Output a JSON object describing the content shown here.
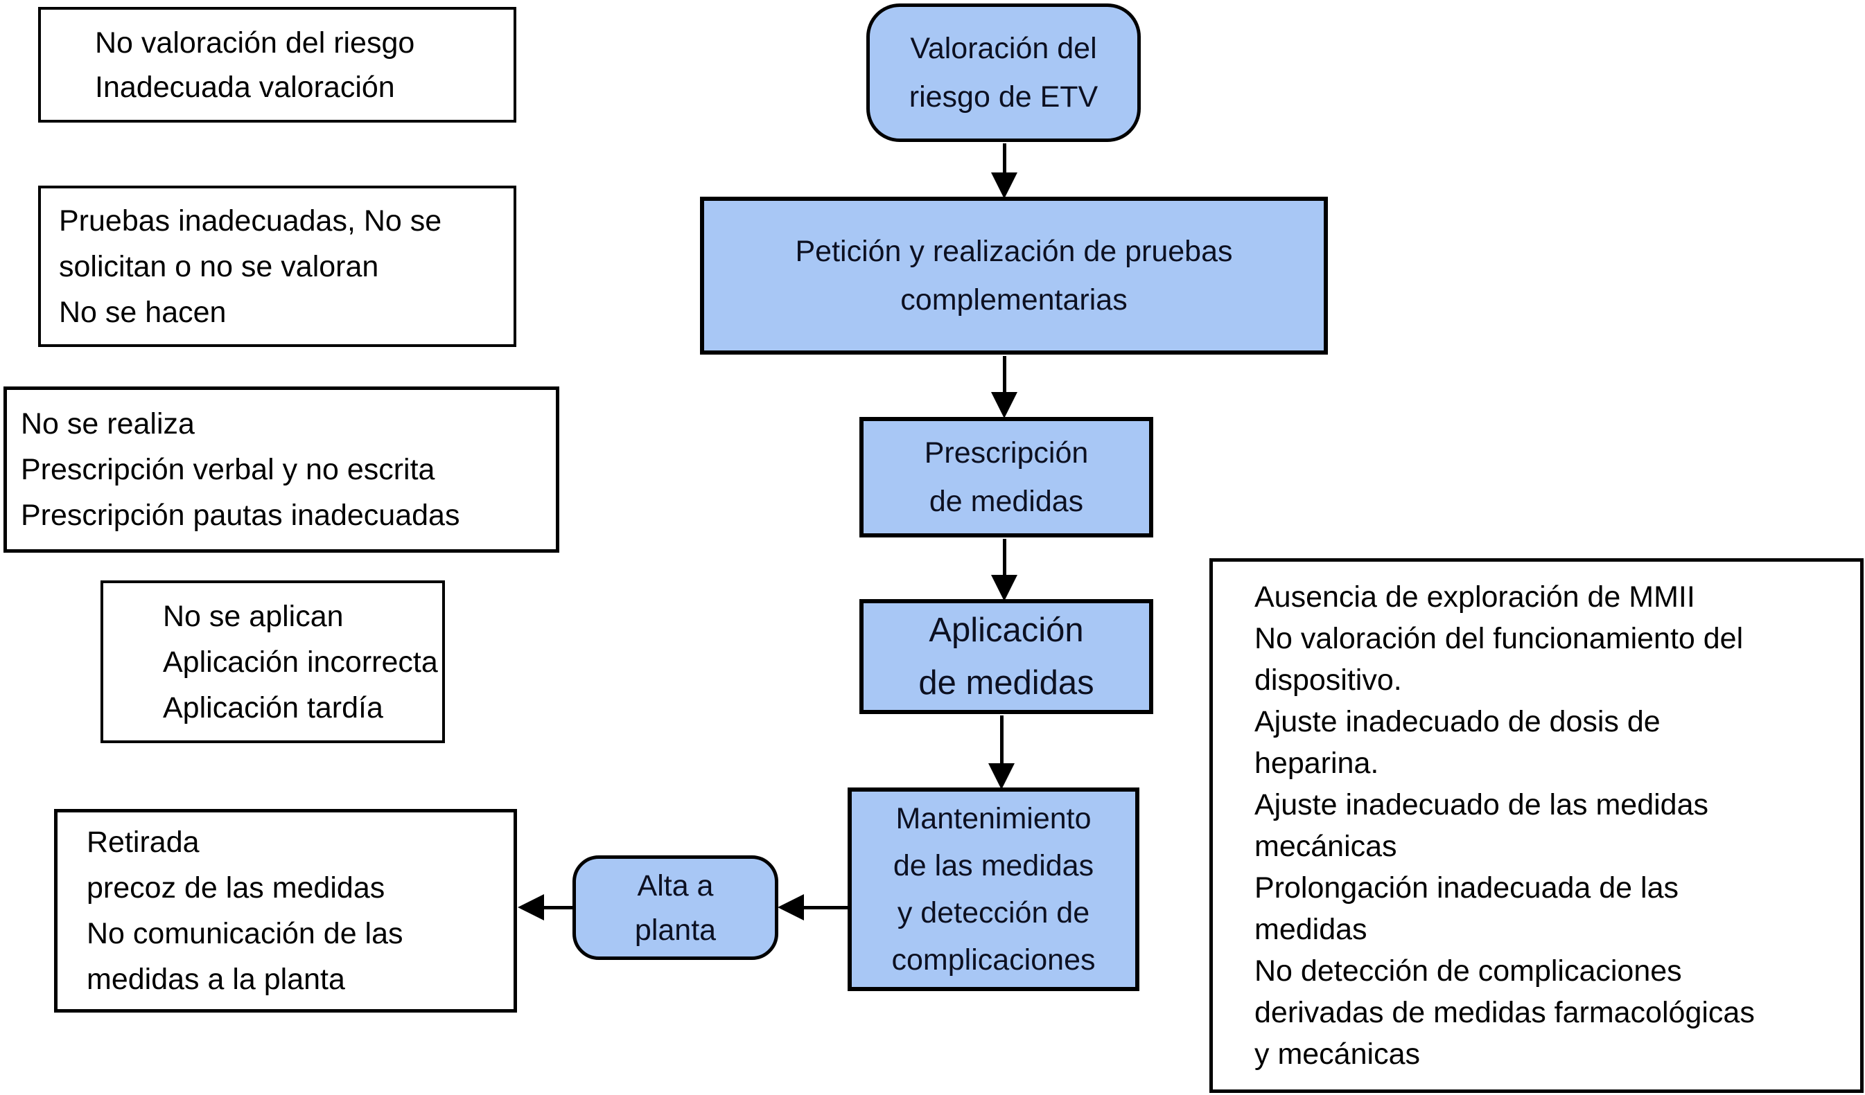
{
  "diagram": {
    "type": "flowchart",
    "language": "es",
    "colors": {
      "background": "#ffffff",
      "process_fill": "#a8c7f5",
      "border": "#000000",
      "process_text": "#0c1021",
      "note_text": "#000000",
      "arrow": "#000000"
    },
    "nodes": {
      "valoracion": {
        "lines": [
          "Valoración del",
          "riesgo de ETV"
        ]
      },
      "peticion": {
        "lines": [
          "Petición y realización de pruebas",
          "complementarias"
        ]
      },
      "prescripcion": {
        "lines": [
          "Prescripción",
          "de medidas"
        ]
      },
      "aplicacion": {
        "lines": [
          "Aplicación",
          "de medidas"
        ]
      },
      "mantenimiento": {
        "lines": [
          "Mantenimiento",
          "de las medidas",
          "y detección de",
          "complicaciones"
        ]
      },
      "alta": {
        "lines": [
          "Alta a",
          "planta"
        ]
      }
    },
    "notes": {
      "fallos_valoracion": {
        "lines": [
          "No valoración del riesgo",
          "Inadecuada valoración"
        ]
      },
      "fallos_pruebas": {
        "lines": [
          "Pruebas inadecuadas, No se",
          "solicitan o no se valoran",
          "No se hacen"
        ]
      },
      "fallos_prescripcion": {
        "lines": [
          "No se realiza",
          "Prescripción verbal y no escrita",
          "Prescripción pautas inadecuadas"
        ]
      },
      "fallos_aplicacion": {
        "lines": [
          "No se aplican",
          "Aplicación incorrecta",
          "Aplicación tardía"
        ]
      },
      "fallos_alta": {
        "lines": [
          "Retirada",
          "precoz de las medidas",
          "No comunicación de las",
          "medidas a la planta"
        ]
      },
      "fallos_mantenimiento": {
        "lines": [
          "Ausencia de exploración de MMII",
          "No valoración del funcionamiento del",
          "dispositivo.",
          "Ajuste inadecuado de dosis de",
          "heparina.",
          "Ajuste inadecuado de las medidas",
          "mecánicas",
          "Prolongación inadecuada de las",
          "medidas",
          "No detección de complicaciones",
          "derivadas de medidas farmacológicas",
          "y mecánicas"
        ]
      }
    },
    "arrows": [
      {
        "from": "valoracion",
        "to": "peticion",
        "direction": "down"
      },
      {
        "from": "peticion",
        "to": "prescripcion",
        "direction": "down"
      },
      {
        "from": "prescripcion",
        "to": "aplicacion",
        "direction": "down"
      },
      {
        "from": "aplicacion",
        "to": "mantenimiento",
        "direction": "down"
      },
      {
        "from": "mantenimiento",
        "to": "alta",
        "direction": "left"
      },
      {
        "from": "alta",
        "to": "fallos_alta",
        "direction": "left"
      }
    ]
  }
}
